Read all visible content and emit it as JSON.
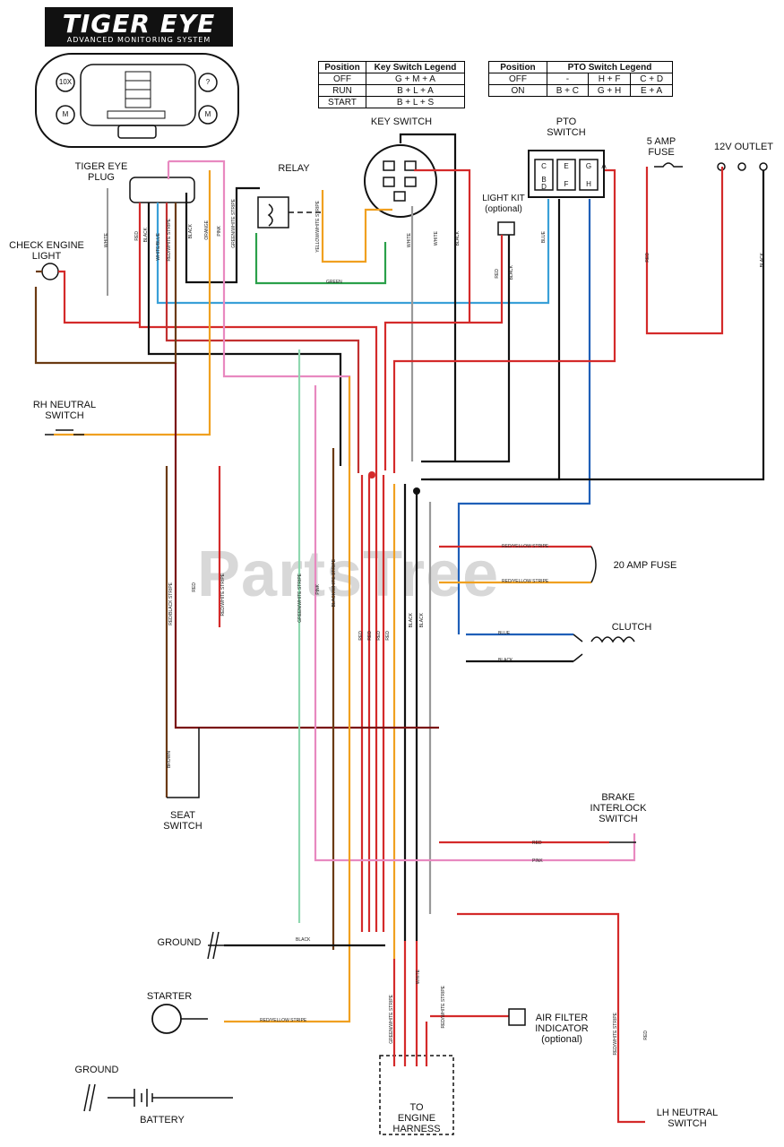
{
  "logo": {
    "title": "TIGER EYE",
    "subtitle": "ADVANCED MONITORING SYSTEM"
  },
  "display": {
    "buttons": [
      "10X",
      "?",
      "M",
      "M"
    ]
  },
  "key_switch_legend": {
    "headers": [
      "Position",
      "Key Switch Legend"
    ],
    "rows": [
      [
        "OFF",
        "G + M + A"
      ],
      [
        "RUN",
        "B + L + A"
      ],
      [
        "START",
        "B + L + S"
      ]
    ]
  },
  "pto_switch_legend": {
    "headers": [
      "Position",
      "PTO Switch Legend"
    ],
    "rows": [
      [
        "OFF",
        "-",
        "H + F",
        "C + D"
      ],
      [
        "ON",
        "B + C",
        "G + H",
        "E + A"
      ]
    ]
  },
  "components": {
    "key_switch": "KEY SWITCH",
    "pto_switch": "PTO\nSWITCH",
    "fuse_5": "5 AMP\nFUSE",
    "outlet": "12V OUTLET",
    "tiger_eye_plug": "TIGER EYE\nPLUG",
    "relay": "RELAY",
    "light_kit": "LIGHT KIT\n(optional)",
    "check_engine": "CHECK ENGINE\nLIGHT",
    "rh_neutral": "RH NEUTRAL\nSWITCH",
    "fuse_20": "20 AMP FUSE",
    "clutch": "CLUTCH",
    "seat_switch": "SEAT\nSWITCH",
    "brake_switch": "BRAKE\nINTERLOCK\nSWITCH",
    "ground_top": "GROUND",
    "starter": "STARTER",
    "air_filter": "AIR FILTER\nINDICATOR\n(optional)",
    "ground_bottom": "GROUND",
    "battery": "BATTERY",
    "engine": "TO\nENGINE\nHARNESS",
    "lh_neutral": "LH NEUTRAL\nSWITCH"
  },
  "wire_labels": {
    "white": "WHITE",
    "red": "RED",
    "black": "BLACK",
    "blue": "BLUE",
    "orange": "ORANGE",
    "pink": "PINK",
    "green": "GREEN",
    "brown": "BROWN",
    "red_white": "RED/WHITE STRIPE",
    "red_yellow": "RED/YELLOW STRIPE",
    "green_white": "GREEN/WHITE STRIPE",
    "yellow_white": "YELLOW/WHITE STRIPE",
    "black_white": "BLACK/WHITE STRIPE",
    "red_black": "RED/BLACK STRIPE",
    "white_blue": "WHITE/BLUE"
  },
  "terminal_letters": [
    "B",
    "C",
    "D",
    "E",
    "F",
    "G",
    "H",
    "A"
  ],
  "wire_colors": {
    "red": "#d42a2a",
    "black": "#111111",
    "orange": "#f0a020",
    "pink": "#e889c0",
    "blue": "#1f5fb8",
    "lightblue": "#3aa0d8",
    "green": "#2aa04a",
    "lightgreen": "#8fd8b0",
    "brown": "#6b3a12",
    "darkred": "#7a1010"
  },
  "watermark": "PartsTree"
}
